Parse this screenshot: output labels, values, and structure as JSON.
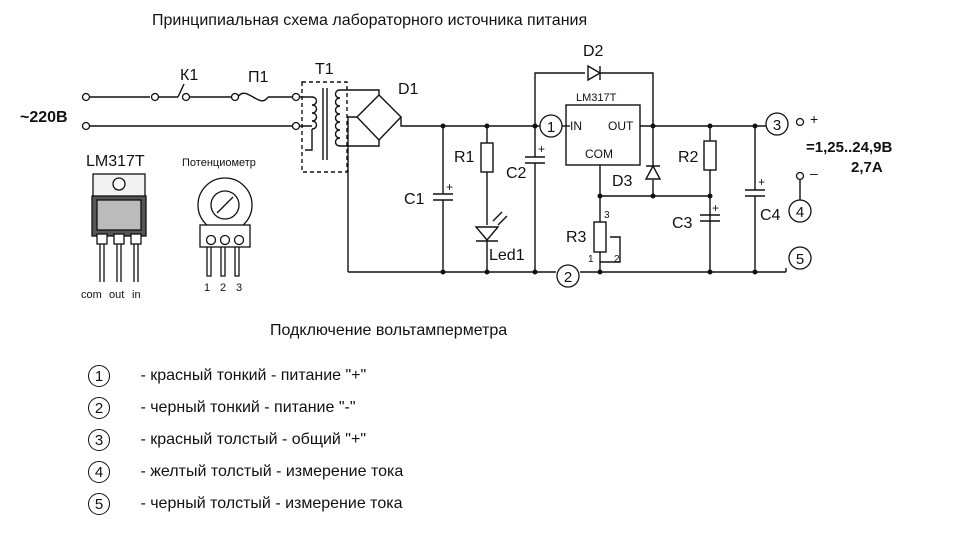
{
  "title": "Принципиальная схема лабораторного источника питания",
  "subtitle": "Подключение вольтамперметра",
  "labels": {
    "mains": "~220В",
    "k1": "К1",
    "p1": "П1",
    "t1": "Т1",
    "d1": "D1",
    "d2": "D2",
    "d3": "D3",
    "ic": "LM317T",
    "ic_in": "IN",
    "ic_out": "OUT",
    "ic_com": "COM",
    "r1": "R1",
    "r2": "R2",
    "r3": "R3",
    "c1": "C1",
    "c2": "C2",
    "c3": "C3",
    "c4": "C4",
    "led1": "Led1",
    "output_voltage": "=1,25..24,9В",
    "output_current": "2,7А",
    "plus": "+",
    "minus": "–",
    "r3_pin3": "3",
    "r3_pin1": "1",
    "r3_pin2": "2",
    "cap_plus": "+",
    "node1": "1",
    "node2": "2",
    "node3": "3",
    "node4": "4",
    "node5": "5"
  },
  "package_lm317": {
    "name": "LM317T",
    "pins": [
      "com",
      "out",
      "in"
    ]
  },
  "package_pot": {
    "name": "Потенциометр",
    "pins": [
      "1",
      "2",
      "3"
    ]
  },
  "legend": [
    {
      "num": "1",
      "text": " - красный тонкий - питание \"+\""
    },
    {
      "num": "2",
      "text": " - черный тонкий - питание \"-\""
    },
    {
      "num": "3",
      "text": " - красный толстый - общий \"+\""
    },
    {
      "num": "4",
      "text": " - желтый толстый - измерение тока"
    },
    {
      "num": "5",
      "text": " - черный толстый - измерение тока"
    }
  ],
  "colors": {
    "ink": "#111111",
    "package_body": "#f2f2f2",
    "tab_dark": "#555555"
  }
}
